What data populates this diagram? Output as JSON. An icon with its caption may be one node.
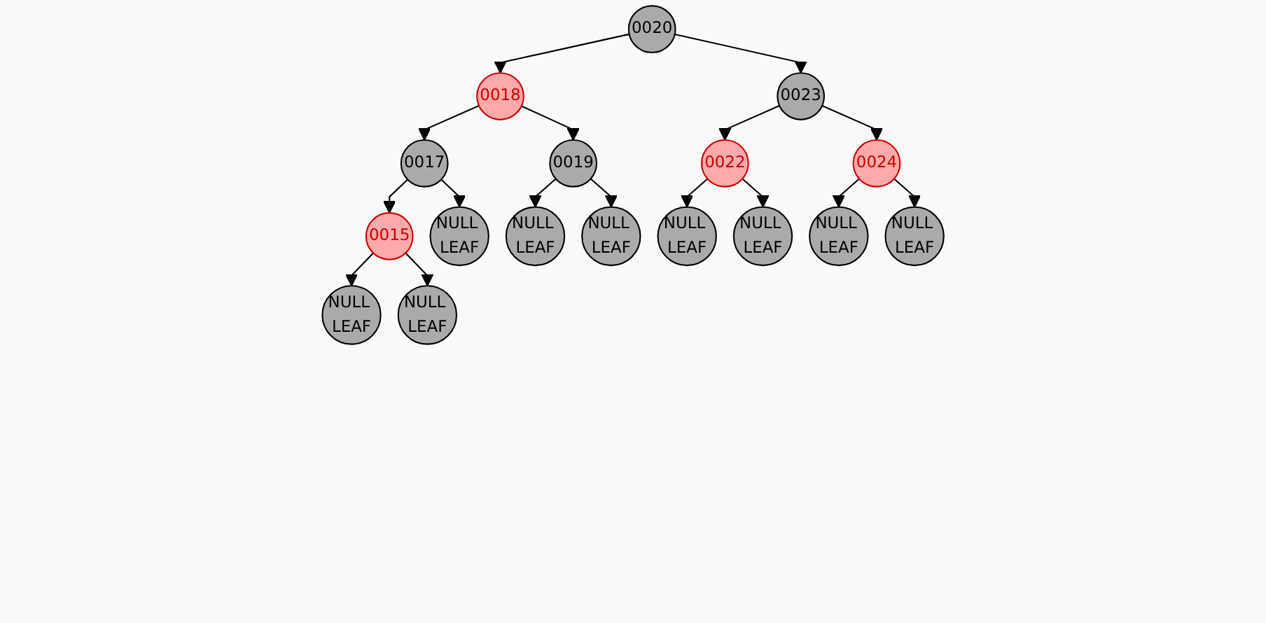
{
  "diagram": {
    "nodes": [
      {
        "text": [
          "0020"
        ]
      },
      {
        "text": [
          "0018"
        ]
      },
      {
        "text": [
          "0023"
        ]
      },
      {
        "text": [
          "0017"
        ]
      },
      {
        "text": [
          "0019"
        ]
      },
      {
        "text": [
          "0022"
        ]
      },
      {
        "text": [
          "0024"
        ]
      },
      {
        "text": [
          "0015"
        ]
      },
      {
        "text": [
          "NULL LEAF"
        ]
      },
      {
        "text": [
          "NULL LEAF"
        ]
      },
      {
        "text": [
          "NULL LEAF"
        ]
      },
      {
        "text": [
          "NULL LEAF"
        ]
      },
      {
        "text": [
          "NULL LEAF"
        ]
      },
      {
        "text": [
          "NULL LEAF"
        ]
      },
      {
        "text": [
          "NULL LEAF"
        ]
      },
      {
        "text": [
          "NULL LEAF"
        ]
      },
      {
        "text": [
          "NULL LEAF"
        ]
      }
    ],
    "edges": [
      {
        "from": 0,
        "to": 1,
        "arrow": "to"
      },
      {
        "from": 0,
        "to": 2,
        "arrow": "to"
      },
      {
        "from": 1,
        "to": 3,
        "arrow": "to"
      },
      {
        "from": 1,
        "to": 4,
        "arrow": "to"
      },
      {
        "from": 2,
        "to": 5,
        "arrow": "to"
      },
      {
        "from": 2,
        "to": 6,
        "arrow": "to"
      },
      {
        "from": 3,
        "to": 7,
        "arrow": "to"
      },
      {
        "from": 3,
        "to": 8,
        "arrow": "to"
      },
      {
        "from": 4,
        "to": 9,
        "arrow": "to"
      },
      {
        "from": 4,
        "to": 10,
        "arrow": "to"
      },
      {
        "from": 5,
        "to": 11,
        "arrow": "to"
      },
      {
        "from": 5,
        "to": 12,
        "arrow": "to"
      },
      {
        "from": 6,
        "to": 13,
        "arrow": "to"
      },
      {
        "from": 6,
        "to": 14,
        "arrow": "to"
      },
      {
        "from": 7,
        "to": 15,
        "arrow": "to"
      },
      {
        "from": 7,
        "to": 16,
        "arrow": "to"
      }
    ]
  }
}
